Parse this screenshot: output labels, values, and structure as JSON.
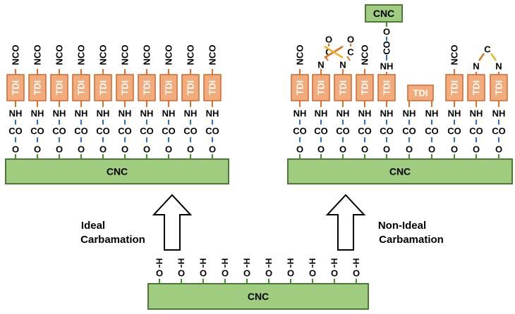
{
  "colors": {
    "cnc_fill": "#9fcc7f",
    "cnc_stroke": "#4c7a35",
    "tdi_fill": "#f3ab7c",
    "tdi_stroke": "#c96a33",
    "bond_green": "#3f8f2a",
    "bond_blue": "#2f6fc0",
    "bond_orange": "#e06f2a",
    "bond_yellow": "#e8b52a"
  },
  "labels": {
    "cnc": "CNC",
    "tdi": "TDI",
    "nco": "NCO",
    "nh": "NH",
    "co": "CO",
    "o": "O",
    "oh_h": "H",
    "n": "N",
    "c": "C"
  },
  "arrows": {
    "ideal": [
      "Ideal",
      "Carbamation"
    ],
    "non_ideal": [
      "Non-Ideal",
      "Carbamation"
    ]
  },
  "panels": {
    "left_chain_count": 10,
    "bottom_oh_count": 10,
    "right_chains": [
      "full",
      "crosslink",
      "crosslink",
      "full",
      "branch",
      "tdi_horizontal",
      "tdi_horizontal",
      "full",
      "ring",
      "ring"
    ]
  }
}
